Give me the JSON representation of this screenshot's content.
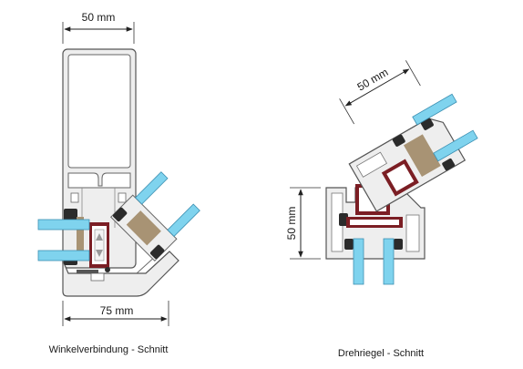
{
  "left_section": {
    "top_dimension": "50 mm",
    "bottom_dimension": "75 mm",
    "caption": "Winkelverbindung - Schnitt"
  },
  "right_section": {
    "top_dimension": "50 mm",
    "side_dimension": "50 mm",
    "caption": "Drehriegel - Schnitt"
  },
  "colors": {
    "profile_fill": "#eeeeee",
    "profile_stroke": "#555555",
    "glass": "#7fd3ee",
    "seal": "#a89374",
    "insulator": "#7b1e24",
    "gasket": "#2b2b2b"
  }
}
